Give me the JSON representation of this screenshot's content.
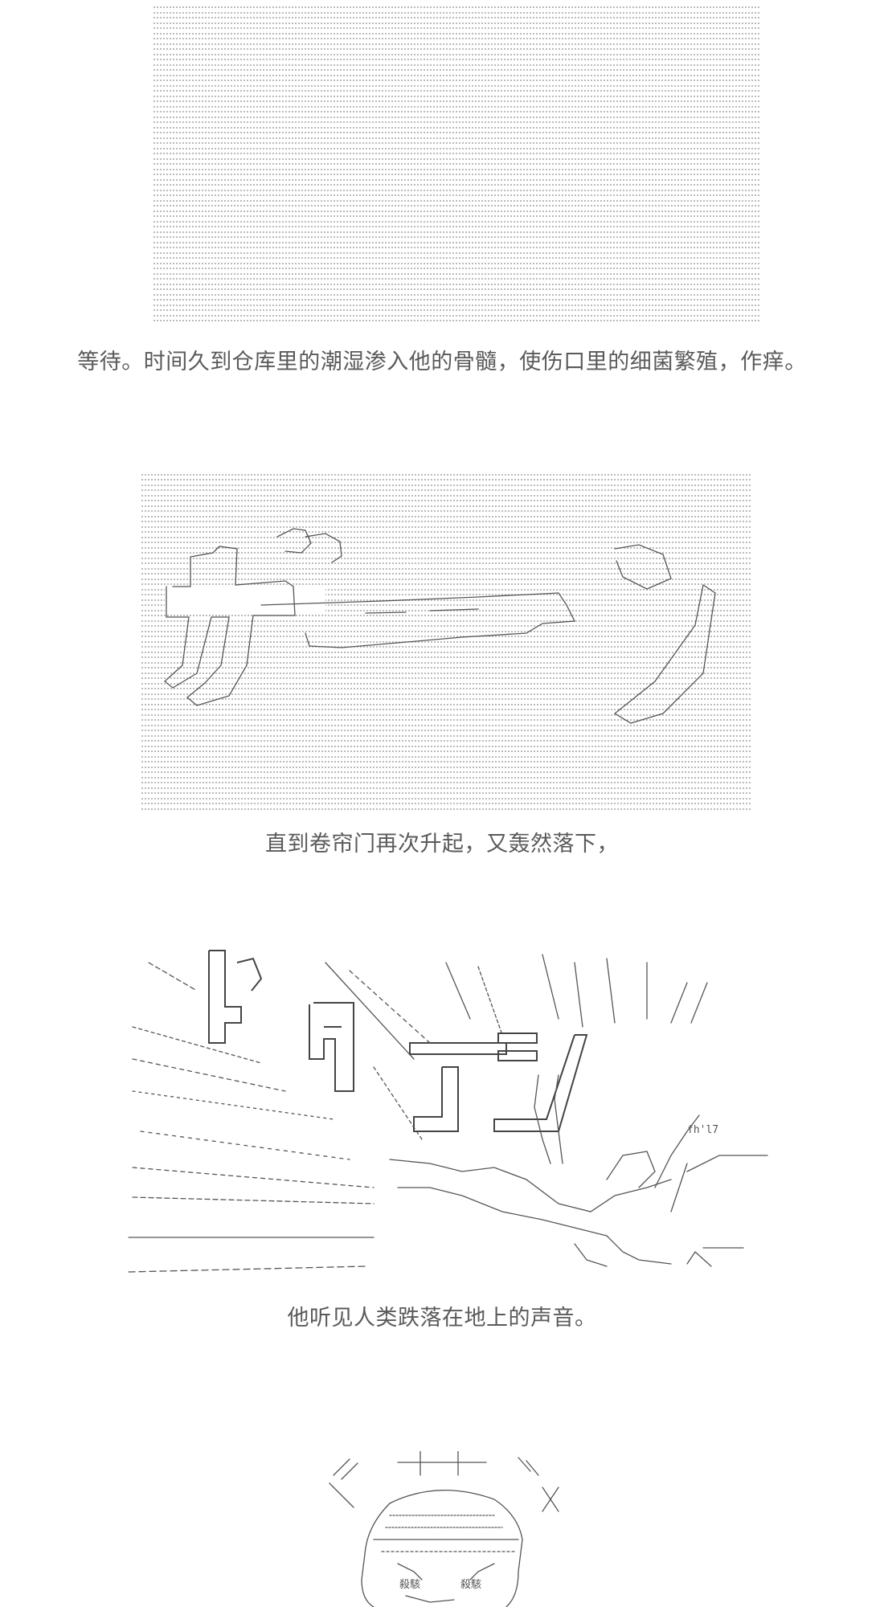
{
  "captions": [
    "等待。时间久到仓库里的潮湿渗入他的骨髓，使伤口里的细菌繁殖，作痒。",
    "直到卷帘门再次升起，又轰然落下，",
    "他听见人类跌落在地上的声音。"
  ],
  "art_text": {
    "fh_label": "fh'l7",
    "face_eye_left": "殺駭",
    "face_eye_right": "殺駭"
  },
  "colors": {
    "ink": "#555555",
    "caption": "#5a5a5a",
    "background": "#ffffff"
  }
}
